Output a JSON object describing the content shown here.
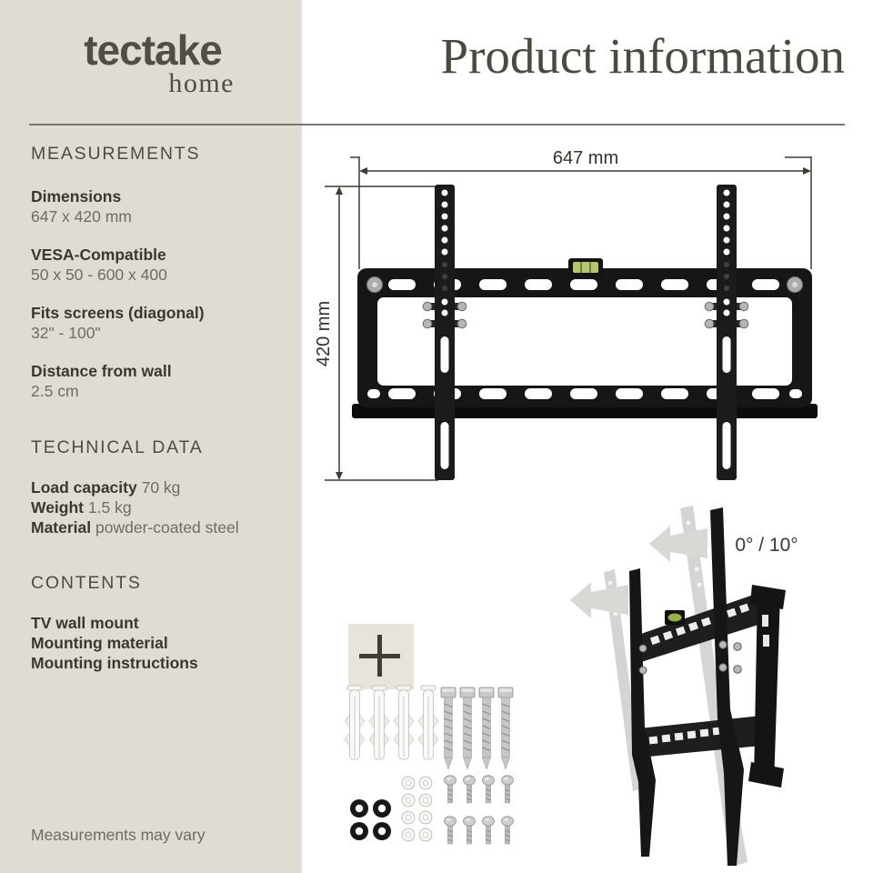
{
  "brand": {
    "name": "tectake",
    "sub": "home"
  },
  "page_title": "Product information",
  "sidebar": {
    "sections": [
      {
        "heading": "MEASUREMENTS",
        "items": [
          {
            "label": "Dimensions",
            "value": "647 x 420 mm"
          },
          {
            "label": "VESA-Compatible",
            "value": "50 x 50 - 600 x 400"
          },
          {
            "label": "Fits screens (diagonal)",
            "value": "32\" - 100\""
          },
          {
            "label": "Distance from wall",
            "value": "2.5 cm"
          }
        ]
      },
      {
        "heading": "TECHNICAL DATA",
        "items": [
          {
            "label": "Load capacity",
            "value": "70 kg"
          },
          {
            "label": "Weight",
            "value": "1.5 kg"
          },
          {
            "label": "Material",
            "value": "powder-coated steel"
          }
        ]
      },
      {
        "heading": "CONTENTS",
        "items": [
          {
            "label": "TV wall mount"
          },
          {
            "label": "Mounting material"
          },
          {
            "label": "Mounting instructions"
          }
        ]
      }
    ],
    "footnote": "Measurements may vary"
  },
  "diagram": {
    "width_label": "647 mm",
    "height_label": "420 mm",
    "tilt_label": "0° / 10°"
  },
  "colors": {
    "sidebar_bg": "#dedcd3",
    "text_dark": "#3a392f",
    "text_gray": "#6e6d62",
    "accent": "#4b4a3e",
    "mount_black": "#161616",
    "level_green": "#b3c76d"
  }
}
